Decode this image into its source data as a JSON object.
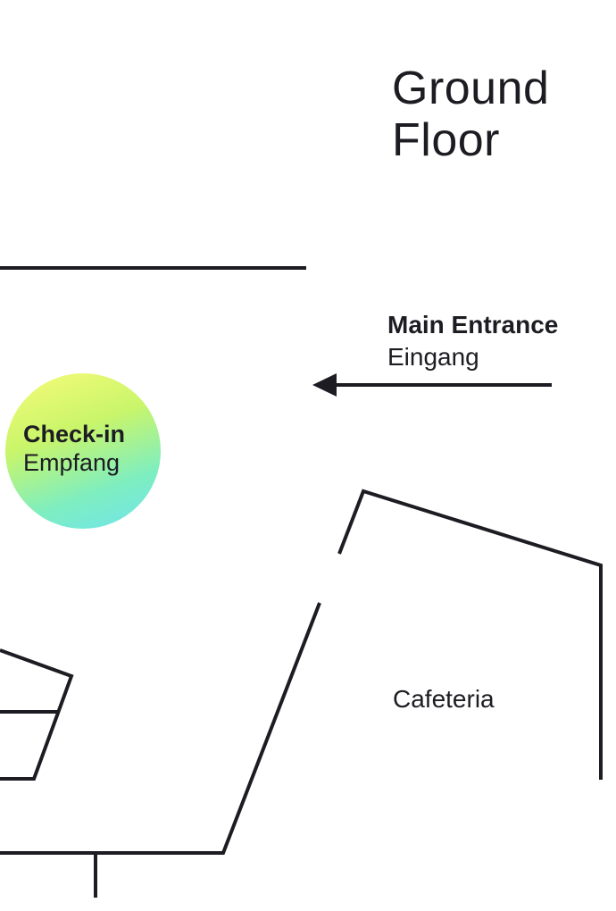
{
  "floor": {
    "title_line1": "Ground",
    "title_line2": "Floor"
  },
  "entrance": {
    "label": "Main Entrance",
    "label_de": "Eingang",
    "arrow_icon": "arrow-left-icon"
  },
  "checkin": {
    "label": "Check-in",
    "label_de": "Empfang",
    "gradient_colors": [
      "#f8fb7a",
      "#c9f56a",
      "#7eeec0",
      "#6fe4ee"
    ]
  },
  "rooms": {
    "cafeteria": "Cafeteria"
  },
  "colors": {
    "wall": "#1c1c22",
    "background": "#ffffff"
  }
}
